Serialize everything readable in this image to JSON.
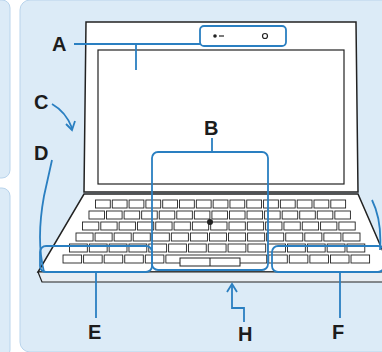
{
  "diagram": {
    "labels": [
      "A",
      "B",
      "C",
      "D",
      "E",
      "F",
      "H"
    ]
  }
}
